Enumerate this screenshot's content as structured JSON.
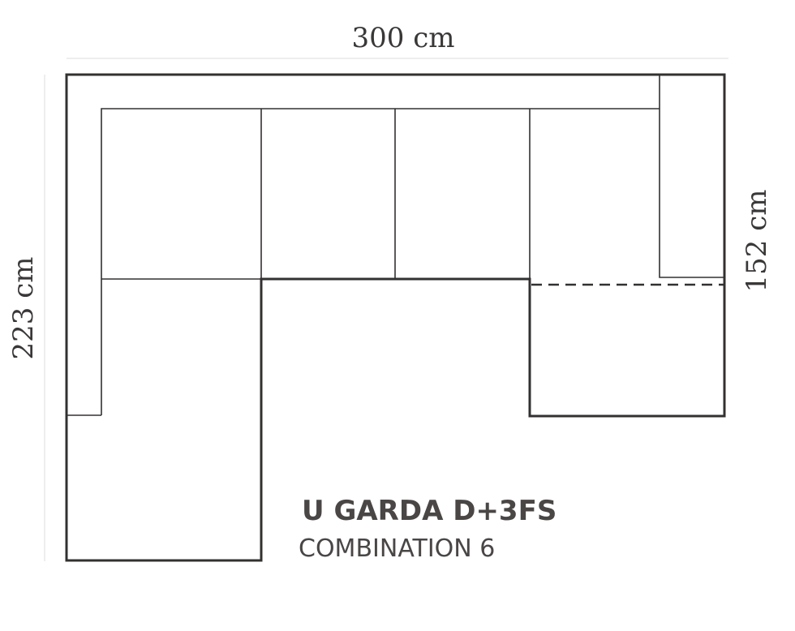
{
  "dimensions": {
    "width": "300 cm",
    "height_left": "223 cm",
    "height_right": "152 cm"
  },
  "product": {
    "name": "U GARDA D+3FS",
    "combination": "COMBINATION 6"
  },
  "colors": {
    "outline": "#333030",
    "text": "#4a4646",
    "guide": "#e6e6e6"
  }
}
